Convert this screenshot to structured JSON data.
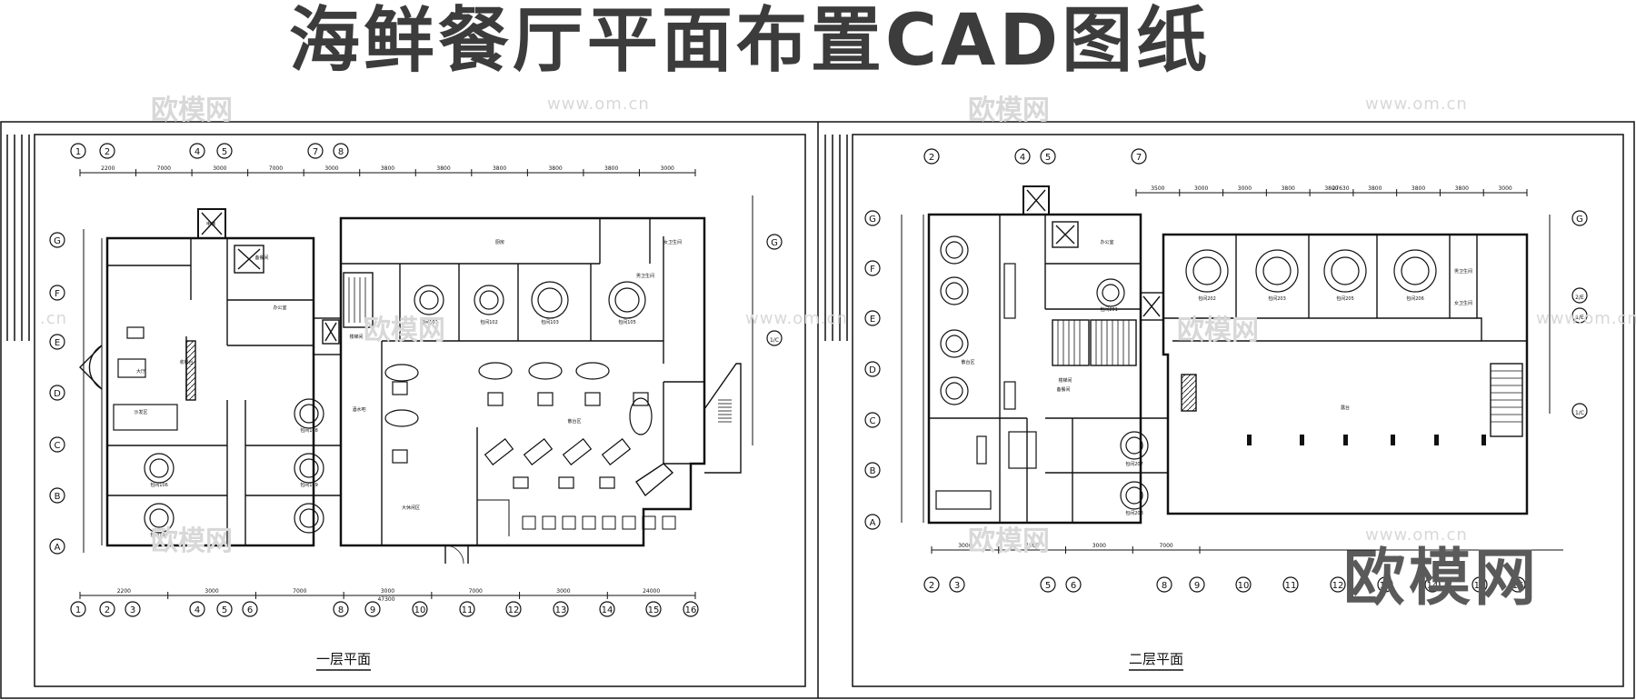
{
  "title": "海鲜餐厅平面布置CAD图纸",
  "watermarks": {
    "brand": "欧模网",
    "site": "www.om.cn",
    "site_short": ".cn"
  },
  "big_watermark": "欧模网",
  "floor1": {
    "caption": "一层平面",
    "top_axes": [
      "1",
      "2",
      "4",
      "5",
      "7",
      "8"
    ],
    "bottom_axes": [
      "1",
      "2",
      "3",
      "4",
      "5",
      "6",
      "8",
      "9",
      "10",
      "11",
      "12",
      "13",
      "14",
      "15",
      "16"
    ],
    "row_axes": [
      "G",
      "F",
      "E",
      "D",
      "C",
      "B",
      "A"
    ],
    "right_axes": [
      "G",
      "1/C"
    ],
    "top_dims": [
      "2200",
      "7000",
      "3000",
      "7000",
      "3000",
      "3800",
      "3800",
      "3800",
      "3800",
      "3800",
      "3000"
    ],
    "bottom_dims": [
      "2200",
      "3000",
      "7000",
      "3000",
      "7000",
      "3000",
      "24000"
    ],
    "bottom_total": "47300",
    "room_labels": [
      "厨房",
      "包间101",
      "包间102",
      "包间103",
      "包间105",
      "包间106",
      "包间107",
      "包间108",
      "包间109",
      "大厅",
      "散台区",
      "大休闲区",
      "沙发区",
      "男卫生间",
      "女卫生间",
      "收银台",
      "备餐间",
      "办公室",
      "电梯",
      "楼梯间",
      "酒水吧"
    ]
  },
  "floor2": {
    "caption": "二层平面",
    "top_axes": [
      "2",
      "4",
      "5",
      "7"
    ],
    "bottom_axes": [
      "2",
      "3",
      "5",
      "6",
      "8",
      "9",
      "10",
      "11",
      "12",
      "13",
      "14",
      "15",
      "16"
    ],
    "row_axes": [
      "G",
      "F",
      "E",
      "D",
      "C",
      "B",
      "A"
    ],
    "right_axes": [
      "G",
      "2/E",
      "1/E",
      "1/C"
    ],
    "top_dims": [
      "3500",
      "3000",
      "3000",
      "3800",
      "3800",
      "3800",
      "3800",
      "3800",
      "3000"
    ],
    "top_total": "27630",
    "bottom_dims": [
      "3000",
      "7000",
      "3000",
      "7000"
    ],
    "room_labels": [
      "散台区",
      "包间201",
      "包间202",
      "包间203",
      "包间205",
      "包间206",
      "包间207",
      "包间208",
      "办公室",
      "备餐间",
      "男卫生间",
      "女卫生间",
      "楼梯间",
      "露台"
    ]
  },
  "colors": {
    "line": "#111111",
    "title": "#3c3c3c",
    "watermark": "#d8d8d8",
    "big_watermark": "#5a5a5a"
  }
}
